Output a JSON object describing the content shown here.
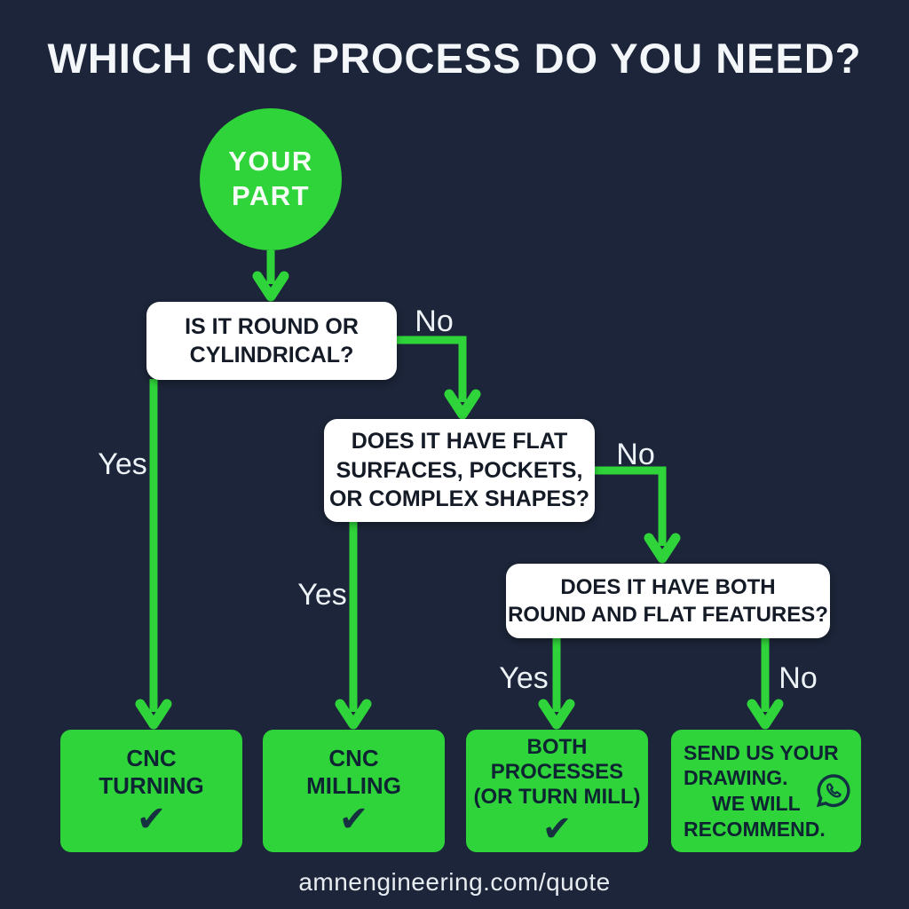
{
  "title": "WHICH CNC PROCESS DO YOU NEED?",
  "footer": "amnengineering.com/quote",
  "colors": {
    "background": "#1c2539",
    "green": "#2fd43a",
    "card_bg": "#ffffff",
    "card_text": "#141b26",
    "result_text": "#0e2433",
    "label_text": "#edf2f6"
  },
  "flow": {
    "start": {
      "lines": [
        "YOUR",
        "PART"
      ]
    },
    "decisions": [
      {
        "lines": [
          "IS IT ROUND OR",
          "CYLINDRICAL?"
        ]
      },
      {
        "lines": [
          "DOES IT HAVE FLAT",
          "SURFACES, POCKETS,",
          "OR COMPLEX SHAPES?"
        ]
      },
      {
        "lines": [
          "DOES IT HAVE BOTH",
          "ROUND AND FLAT FEATURES?"
        ]
      }
    ],
    "edge_labels": {
      "d1_yes": "Yes",
      "d1_no": "No",
      "d2_yes": "Yes",
      "d2_no": "No",
      "d3_yes": "Yes",
      "d3_no": "No"
    },
    "results": [
      {
        "lines": [
          "CNC",
          "TURNING"
        ],
        "icon": "check"
      },
      {
        "lines": [
          "CNC",
          "MILLING"
        ],
        "icon": "check"
      },
      {
        "lines": [
          "BOTH",
          "PROCESSES",
          "(OR TURN MILL)"
        ],
        "icon": "check"
      },
      {
        "lines": [
          "SEND US YOUR",
          "DRAWING.",
          "WE WILL",
          "RECOMMEND."
        ],
        "icon": "whatsapp"
      }
    ]
  },
  "glyphs": {
    "check": "✔"
  }
}
